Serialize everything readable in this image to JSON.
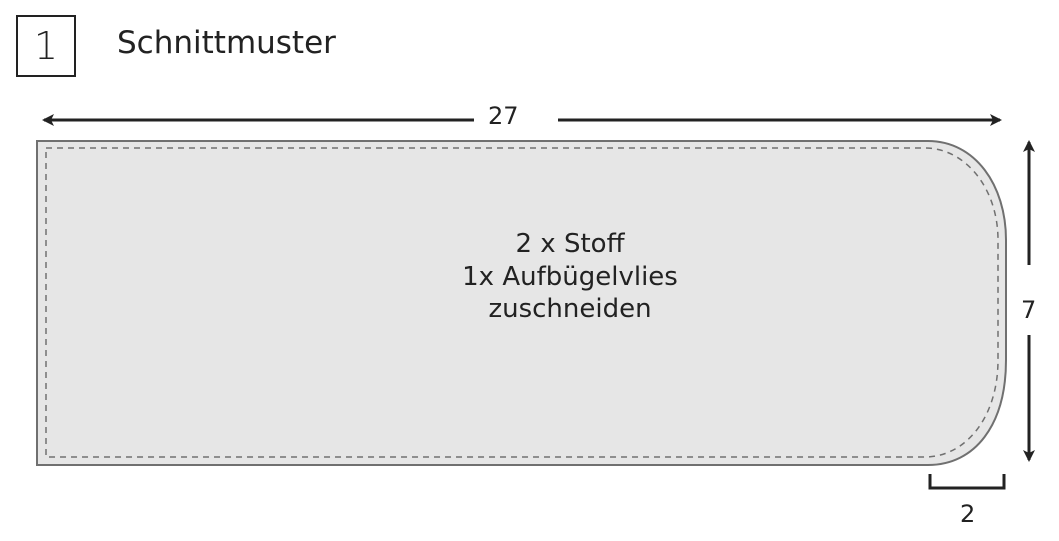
{
  "step": {
    "number": "1",
    "title": "Schnittmuster"
  },
  "dimensions": {
    "width": "27",
    "height": "7",
    "corner": "2"
  },
  "instructions": {
    "line1": "2 x Stoff",
    "line2": "1x Aufbügelvlies",
    "line3": "zuschneiden"
  },
  "colors": {
    "fill": "#e6e6e6",
    "outline": "#707070",
    "seam": "#707070",
    "ink": "#222222"
  }
}
